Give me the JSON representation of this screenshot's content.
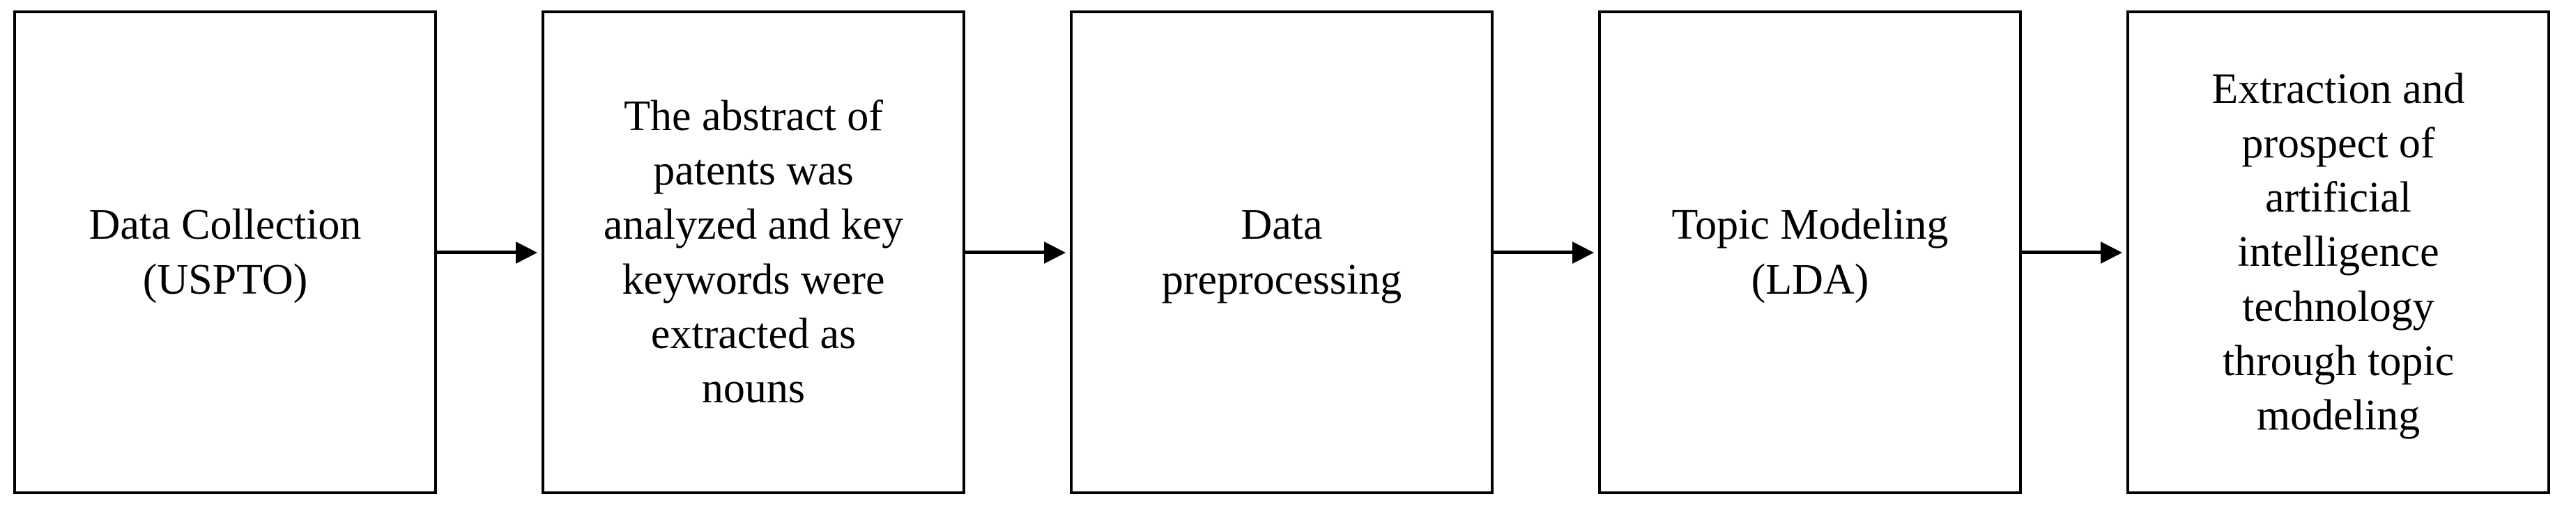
{
  "flowchart": {
    "direction": "left-to-right",
    "colors": {
      "background": "#ffffff",
      "box_border": "#000000",
      "text": "#000000",
      "arrow": "#000000"
    },
    "steps": [
      {
        "label": "Data Collection\n(USPTO)"
      },
      {
        "label": "The abstract of\npatents was\nanalyzed and key\nkeywords were\nextracted as\nnouns"
      },
      {
        "label": "Data\npreprocessing"
      },
      {
        "label": "Topic Modeling\n(LDA)"
      },
      {
        "label": "Extraction and\nprospect of\nartificial\nintelligence\ntechnology\nthrough topic\nmodeling"
      }
    ]
  }
}
